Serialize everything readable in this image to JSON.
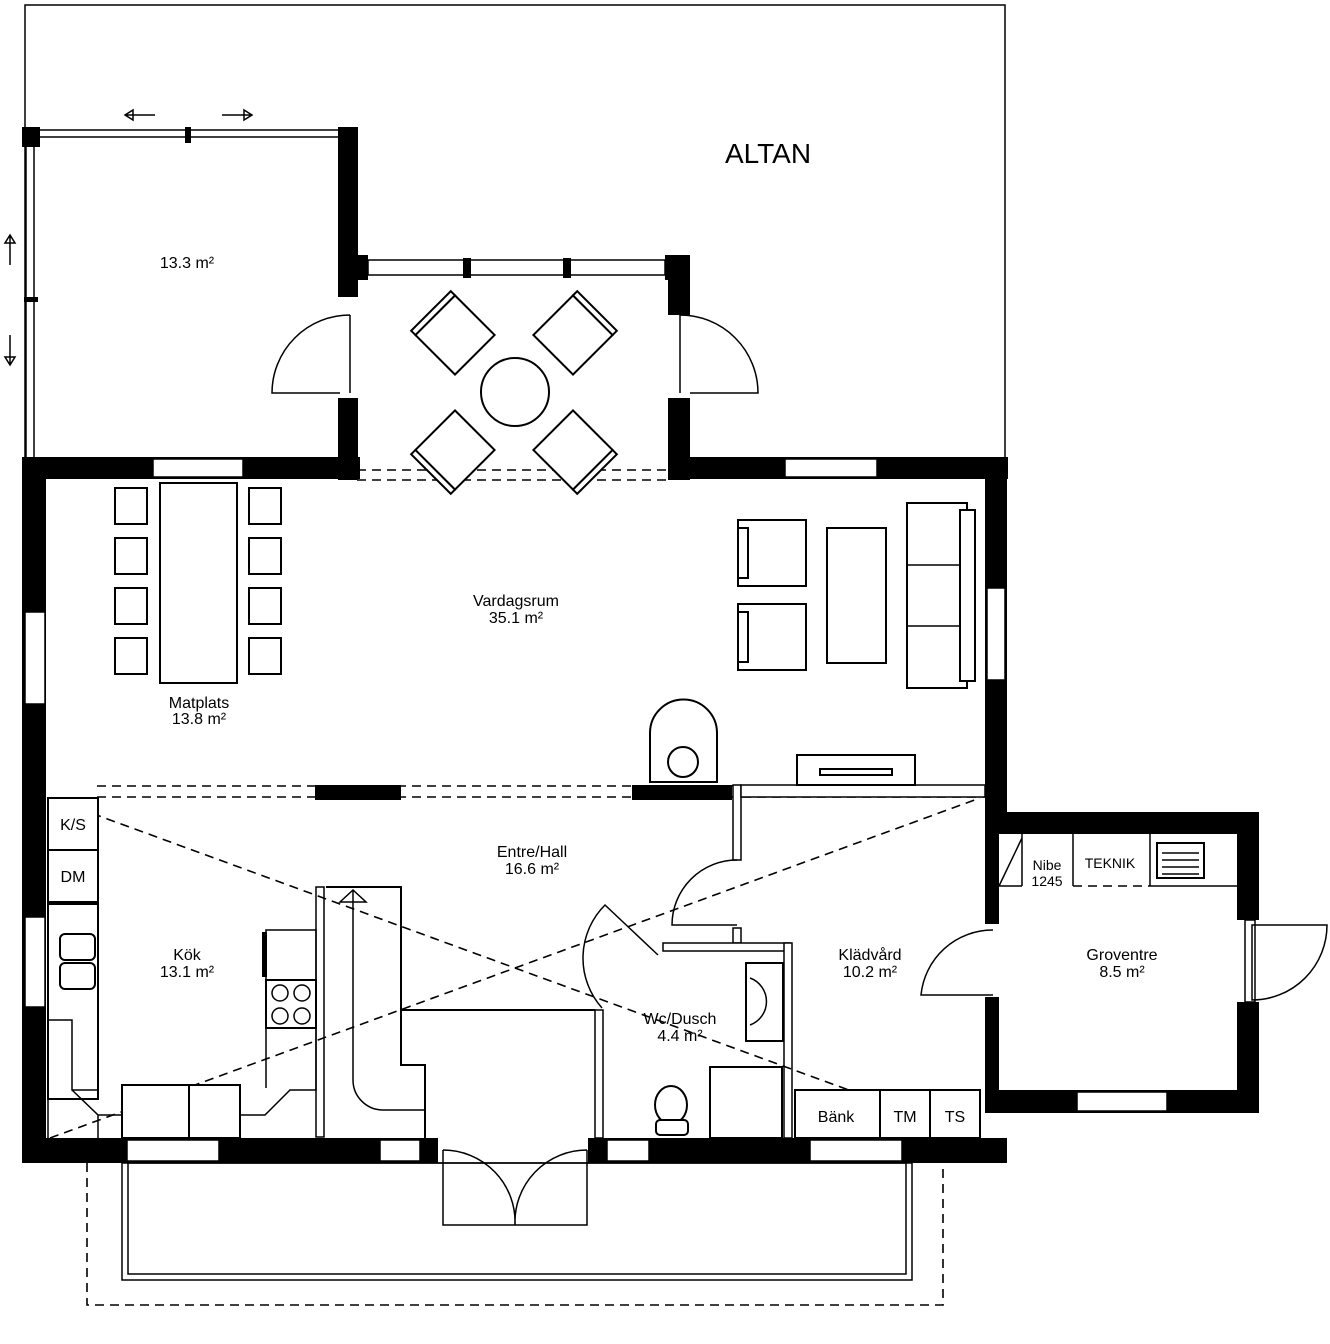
{
  "plan": {
    "outdoor_label": "ALTAN",
    "rooms": {
      "glass_room": {
        "area": "13.3 m²"
      },
      "vardagsrum": {
        "name": "Vardagsrum",
        "area": "35.1 m²"
      },
      "matplats": {
        "name": "Matplats",
        "area": "13.8 m²"
      },
      "entre": {
        "name": "Entre/Hall",
        "area": "16.6 m²"
      },
      "kok": {
        "name": "Kök",
        "area": "13.1 m²"
      },
      "kladvard": {
        "name": "Klädvård",
        "area": "10.2 m²"
      },
      "groventre": {
        "name": "Groventre",
        "area": "8.5 m²"
      },
      "wc": {
        "name": "Wc/Dusch",
        "area": "4.4 m²"
      }
    },
    "fixtures": {
      "ks": "K/S",
      "dm": "DM",
      "nibe_1": "Nibe",
      "nibe_2": "1245",
      "teknik": "TEKNIK",
      "bank": "Bänk",
      "tm": "TM",
      "ts": "TS"
    }
  }
}
